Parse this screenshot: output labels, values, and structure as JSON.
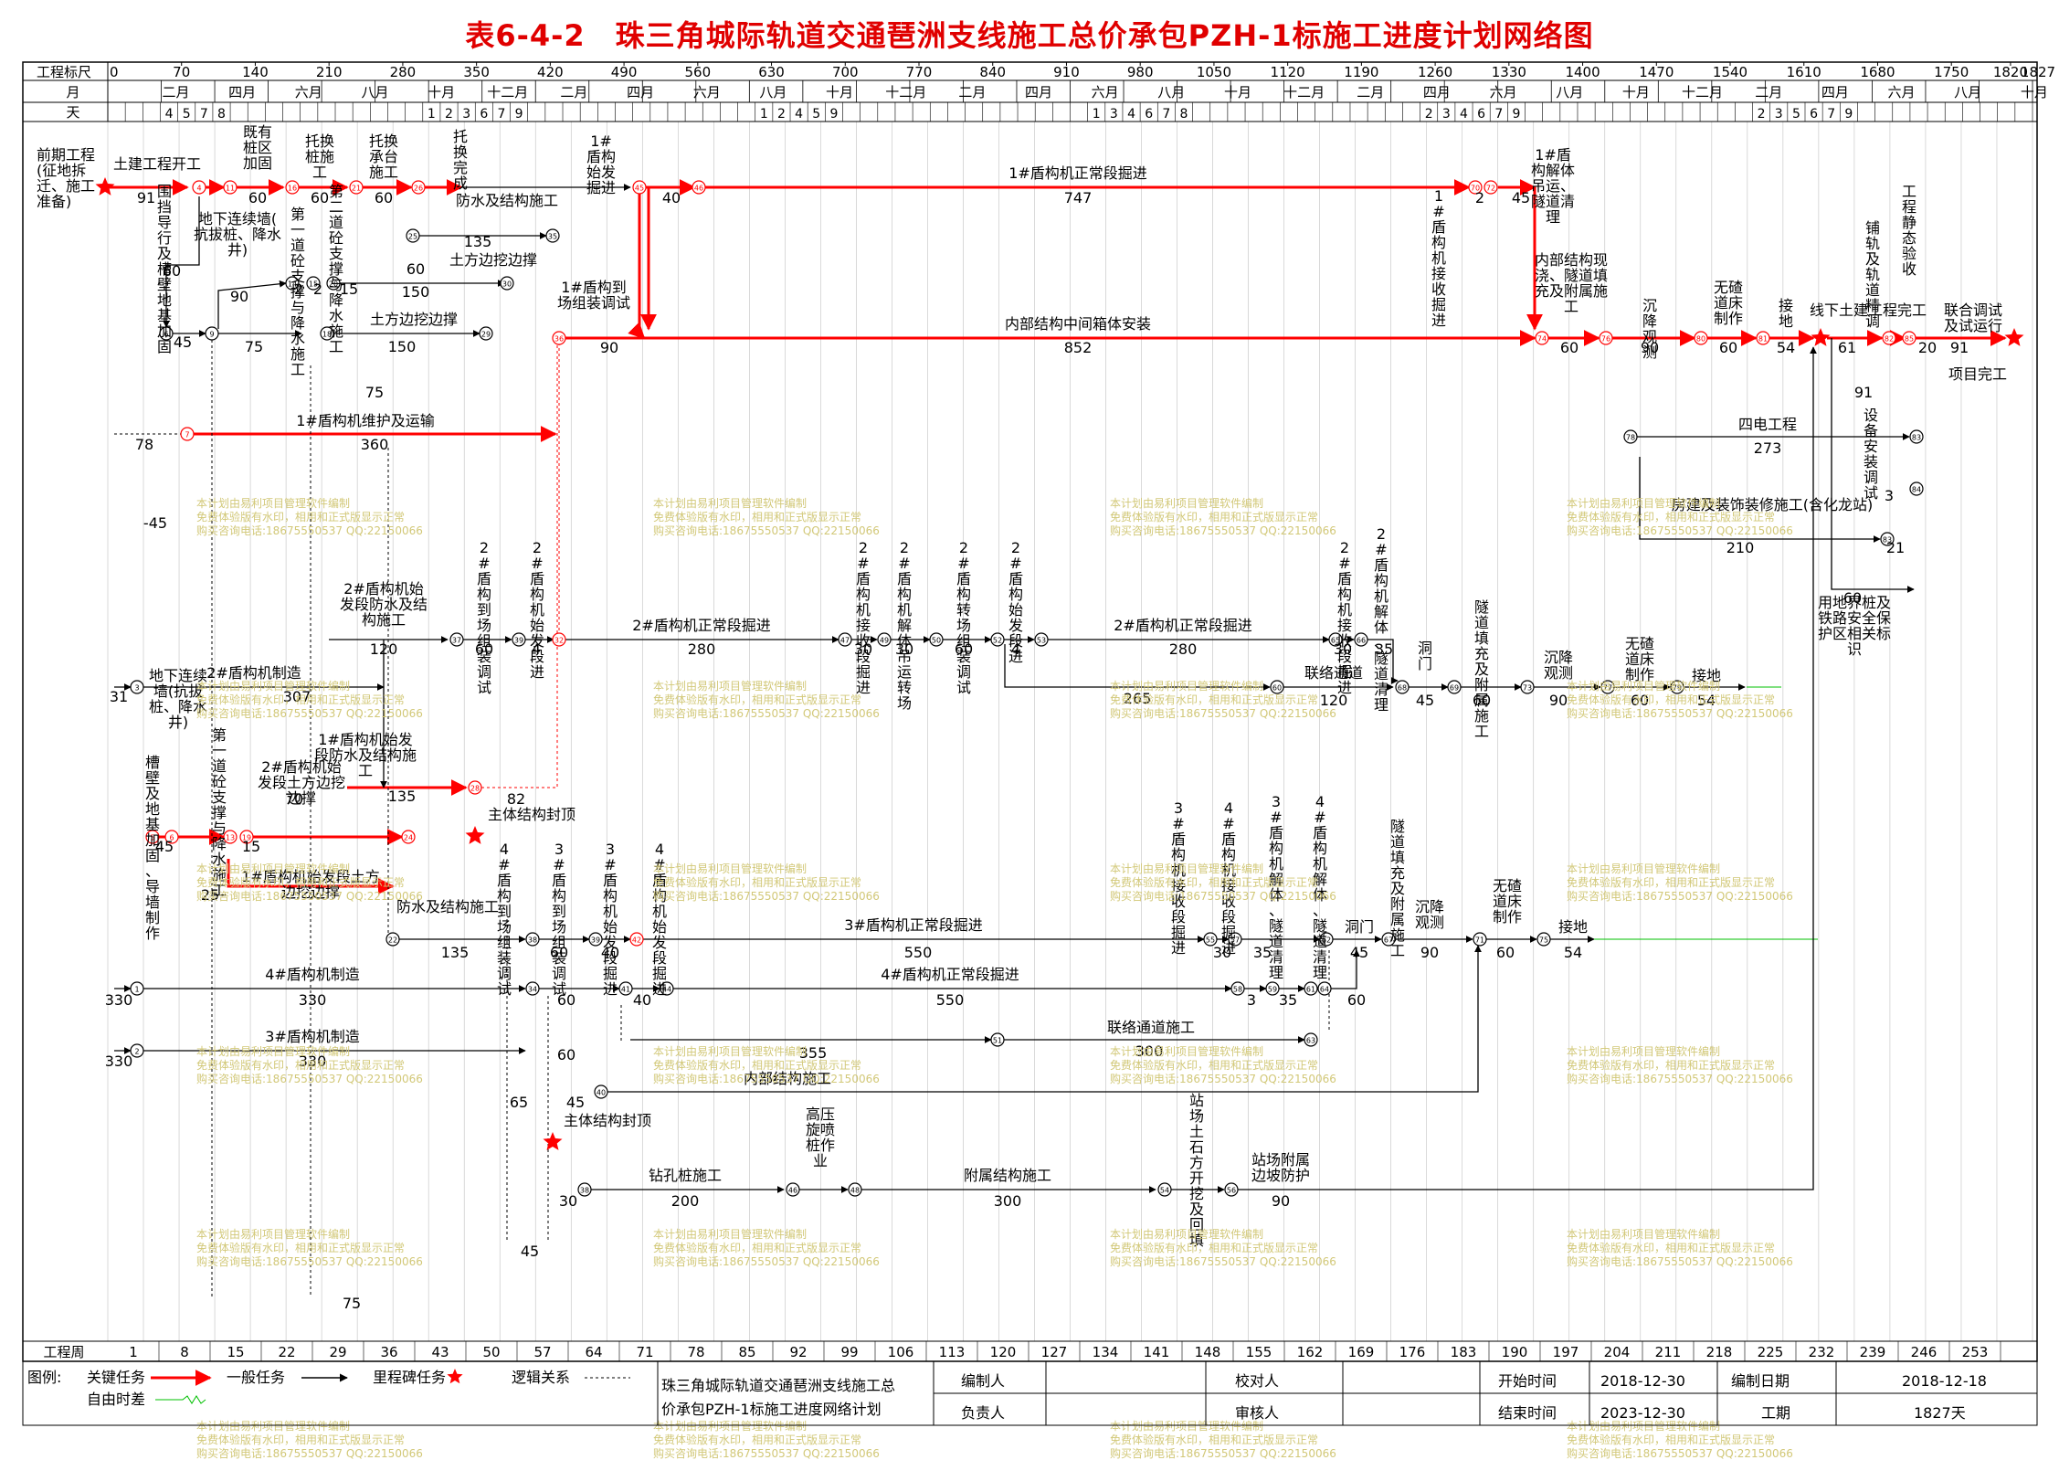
{
  "title": "表6-4-2　珠三角城际轨道交通琶洲支线施工总价承包PZH-1标施工进度计划网络图",
  "header": {
    "row_labels": [
      "工程标尺",
      "月",
      "天"
    ],
    "ruler_start": "0",
    "ruler_ticks": [
      "70",
      "140",
      "210",
      "280",
      "350",
      "420",
      "490",
      "560",
      "630",
      "700",
      "770",
      "840",
      "910",
      "980",
      "1050",
      "1120",
      "1190",
      "1260",
      "1330",
      "1400",
      "1470",
      "1540",
      "1610",
      "1680",
      "1750",
      "1820",
      "1827"
    ],
    "months": [
      "二月",
      "四月",
      "六月",
      "八月",
      "十月",
      "十二月",
      "二月",
      "四月",
      "六月",
      "八月",
      "十月",
      "十二月",
      "二月",
      "四月",
      "六月",
      "八月",
      "十月",
      "十二月",
      "二月",
      "四月",
      "六月",
      "八月",
      "十月",
      "十二月",
      "二月",
      "四月",
      "六月",
      "八月",
      "十月"
    ],
    "day_cells": [
      {
        "i": 3,
        "t": "4"
      },
      {
        "i": 4,
        "t": "5"
      },
      {
        "i": 5,
        "t": "7"
      },
      {
        "i": 6,
        "t": "8"
      },
      {
        "i": 18,
        "t": "1"
      },
      {
        "i": 19,
        "t": "2"
      },
      {
        "i": 20,
        "t": "3"
      },
      {
        "i": 21,
        "t": "6"
      },
      {
        "i": 22,
        "t": "7"
      },
      {
        "i": 23,
        "t": "9"
      },
      {
        "i": 37,
        "t": "1"
      },
      {
        "i": 38,
        "t": "2"
      },
      {
        "i": 39,
        "t": "4"
      },
      {
        "i": 40,
        "t": "5"
      },
      {
        "i": 41,
        "t": "9"
      },
      {
        "i": 56,
        "t": "1"
      },
      {
        "i": 57,
        "t": "3"
      },
      {
        "i": 58,
        "t": "4"
      },
      {
        "i": 59,
        "t": "6"
      },
      {
        "i": 60,
        "t": "7"
      },
      {
        "i": 61,
        "t": "8"
      },
      {
        "i": 75,
        "t": "2"
      },
      {
        "i": 76,
        "t": "3"
      },
      {
        "i": 77,
        "t": "4"
      },
      {
        "i": 78,
        "t": "6"
      },
      {
        "i": 79,
        "t": "7"
      },
      {
        "i": 80,
        "t": "9"
      },
      {
        "i": 94,
        "t": "2"
      },
      {
        "i": 95,
        "t": "3"
      },
      {
        "i": 96,
        "t": "5"
      },
      {
        "i": 97,
        "t": "6"
      },
      {
        "i": 98,
        "t": "7"
      },
      {
        "i": 99,
        "t": "9"
      }
    ]
  },
  "footer": {
    "week_label": "工程周",
    "weeks": [
      "1",
      "8",
      "15",
      "22",
      "29",
      "36",
      "43",
      "50",
      "57",
      "64",
      "71",
      "78",
      "85",
      "92",
      "99",
      "106",
      "113",
      "120",
      "127",
      "134",
      "141",
      "148",
      "155",
      "162",
      "169",
      "176",
      "183",
      "190",
      "197",
      "204",
      "211",
      "218",
      "225",
      "232",
      "239",
      "246",
      "253"
    ]
  },
  "legend": {
    "label": "图例:",
    "items": [
      {
        "text": "关键任务",
        "style": "critical"
      },
      {
        "text": "一般任务",
        "style": "normal"
      },
      {
        "text": "里程碑任务",
        "style": "milestone"
      },
      {
        "text": "逻辑关系",
        "style": "logic"
      }
    ],
    "float_text": "自由时差"
  },
  "info_table": {
    "project_name": "珠三角城际轨道交通琶洲支线施工总价承包PZH-1标施工进度网络计划",
    "editor_label": "编制人",
    "editor": "",
    "checker_label": "校对人",
    "checker": "",
    "owner_label": "负责人",
    "owner": "",
    "reviewer_label": "审核人",
    "reviewer": "",
    "start_label": "开始时间",
    "start": "2018-12-30",
    "end_label": "结束时间",
    "end": "2023-12-30",
    "date_label": "编制日期",
    "date": "2018-12-18",
    "period_label": "工期",
    "period": "1827天"
  },
  "watermark": [
    "本计划由易利项目管理软件编制",
    "免费体验版有水印，相用和正式版显示正常",
    "购买咨询电话:18675550537 QQ:22150066"
  ],
  "colors": {
    "critical": "#ff0000",
    "normal": "#000000",
    "grid": "#c0c0c0",
    "watermark": "#d2c878",
    "title": "#e00000"
  },
  "tasks": [
    {
      "name": "前期工程(征地拆迁、施工准备)",
      "dur": "91"
    },
    {
      "name": "土建工程开工",
      "dur": ""
    },
    {
      "name": "围挡导行及槽壁地基加固",
      "dur": "60"
    },
    {
      "name": "地下连续墙(抗拔桩、降水井)",
      "dur": "90"
    },
    {
      "name": "既有桩区加固",
      "dur": "60"
    },
    {
      "name": "托换桩施工",
      "dur": "60"
    },
    {
      "name": "托换承台施工",
      "dur": "60"
    },
    {
      "name": "托换完成",
      "dur": ""
    },
    {
      "name": "第一道砼支撑与降水施工",
      "dur": "45"
    },
    {
      "name": "第二道砼支撑与降水施工",
      "dur": "15"
    },
    {
      "name": "防水及结构施工",
      "dur": "135"
    },
    {
      "name": "土方边挖边撑",
      "dur": "60"
    },
    {
      "name": "土方边挖边撑",
      "dur": "150"
    },
    {
      "name": "1#盾构机维护及运输",
      "dur": "360"
    },
    {
      "name": "1#盾构到场组装调试",
      "dur": "90"
    },
    {
      "name": "1#盾构始发掘进",
      "dur": "40"
    },
    {
      "name": "1#盾构机正常段掘进",
      "dur": "747"
    },
    {
      "name": "1#盾构机接收掘进",
      "dur": "2"
    },
    {
      "name": "1#盾构解体吊运、隧道清理",
      "dur": "45"
    },
    {
      "name": "内部结构中间箱体安装",
      "dur": "852"
    },
    {
      "name": "内部结构现浇、隧道填充及附属施工",
      "dur": "60"
    },
    {
      "name": "沉降观测",
      "dur": "90"
    },
    {
      "name": "无碴道床制作",
      "dur": "60"
    },
    {
      "name": "接地",
      "dur": "54"
    },
    {
      "name": "线下土建工程完工",
      "dur": ""
    },
    {
      "name": "铺轨及轨道精调",
      "dur": "61"
    },
    {
      "name": "工程静态验收",
      "dur": "20"
    },
    {
      "name": "联合调试及试运行",
      "dur": "91"
    },
    {
      "name": "项目完工",
      "dur": ""
    },
    {
      "name": "四电工程",
      "dur": "273"
    },
    {
      "name": "设备安装调试",
      "dur": "3"
    },
    {
      "name": "房建及装饰装修施工(含化龙站)",
      "dur": "210"
    },
    {
      "name": "用地界桩及铁路安全保护区相关标识",
      "dur": "60"
    },
    {
      "name": "地下连续墙(抗拔桩、降水井)",
      "dur": "31"
    },
    {
      "name": "2#盾构机制造",
      "dur": "307"
    },
    {
      "name": "2#盾构机始发段防水及结构施工",
      "dur": "120"
    },
    {
      "name": "2#盾构到场组装调试",
      "dur": "60"
    },
    {
      "name": "2#盾构机始发段进",
      "dur": "4"
    },
    {
      "name": "2#盾构机正常段掘进",
      "dur": "280"
    },
    {
      "name": "2#盾构机接收段掘进",
      "dur": "30"
    },
    {
      "name": "2#盾构机解体吊运转场",
      "dur": "30"
    },
    {
      "name": "2#盾构转场组装调试",
      "dur": "60"
    },
    {
      "name": "2#盾构始发段进",
      "dur": "4"
    },
    {
      "name": "2#盾构机正常段掘进",
      "dur": "280"
    },
    {
      "name": "联络通道",
      "dur": "265"
    },
    {
      "name": "联络通道",
      "dur": "120"
    },
    {
      "name": "2#盾构机接收段掘进",
      "dur": "30"
    },
    {
      "name": "2#盾构机解体、隧道清理",
      "dur": "35"
    },
    {
      "name": "洞门",
      "dur": "45"
    },
    {
      "name": "隧道填充及附属施工",
      "dur": "60"
    },
    {
      "name": "沉降观测",
      "dur": "90"
    },
    {
      "name": "无碴道床制作",
      "dur": "60"
    },
    {
      "name": "接地",
      "dur": "54"
    },
    {
      "name": "槽壁及地基加固、导墙制作",
      "dur": "45"
    },
    {
      "name": "第一道砼支撑与降水施工",
      "dur": "15"
    },
    {
      "name": "2#盾构机始发段土方边挖边撑",
      "dur": "70"
    },
    {
      "name": "1#盾构机始发段防水及结构施工",
      "dur": "135"
    },
    {
      "name": "主体结构封顶",
      "dur": ""
    },
    {
      "name": "1#盾构机始发段土方边挖边撑",
      "dur": "25"
    },
    {
      "name": "4#盾构到场组装调试",
      "dur": "82"
    },
    {
      "name": "3#盾构到场组装调试",
      "dur": "60"
    },
    {
      "name": "3#盾构机始发段掘进",
      "dur": "40"
    },
    {
      "name": "4#盾构机始发段掘进",
      "dur": "40"
    },
    {
      "name": "防水及结构施工",
      "dur": "135"
    },
    {
      "name": "3#盾构机正常段掘进",
      "dur": "550"
    },
    {
      "name": "4#盾构机正常段掘进",
      "dur": "550"
    },
    {
      "name": "3#盾构机接收段掘进",
      "dur": "30"
    },
    {
      "name": "4#盾构机接收段掘进",
      "dur": "3"
    },
    {
      "name": "3#盾构机解体、隧道清理",
      "dur": "35"
    },
    {
      "name": "4#盾构机解体、隧道清理",
      "dur": "35"
    },
    {
      "name": "洞门",
      "dur": "45"
    },
    {
      "name": "隧道填充及附属施工",
      "dur": "60"
    },
    {
      "name": "沉降观测",
      "dur": "90"
    },
    {
      "name": "无碴道床制作",
      "dur": "60"
    },
    {
      "name": "接地",
      "dur": "54"
    },
    {
      "name": "4#盾构机制造",
      "dur": "330"
    },
    {
      "name": "3#盾构机制造",
      "dur": "330"
    },
    {
      "name": "联络通道施工",
      "dur": "300"
    },
    {
      "name": "内部结构施工",
      "dur": "355"
    },
    {
      "name": "主体结构封顶",
      "dur": ""
    },
    {
      "name": "钻孔桩施工",
      "dur": "200"
    },
    {
      "name": "高压旋喷桩作业",
      "dur": ""
    },
    {
      "name": "附属结构施工",
      "dur": "300"
    },
    {
      "name": "站场土石方开挖及回填",
      "dur": ""
    },
    {
      "name": "站场附属边坡防护",
      "dur": "90"
    }
  ]
}
